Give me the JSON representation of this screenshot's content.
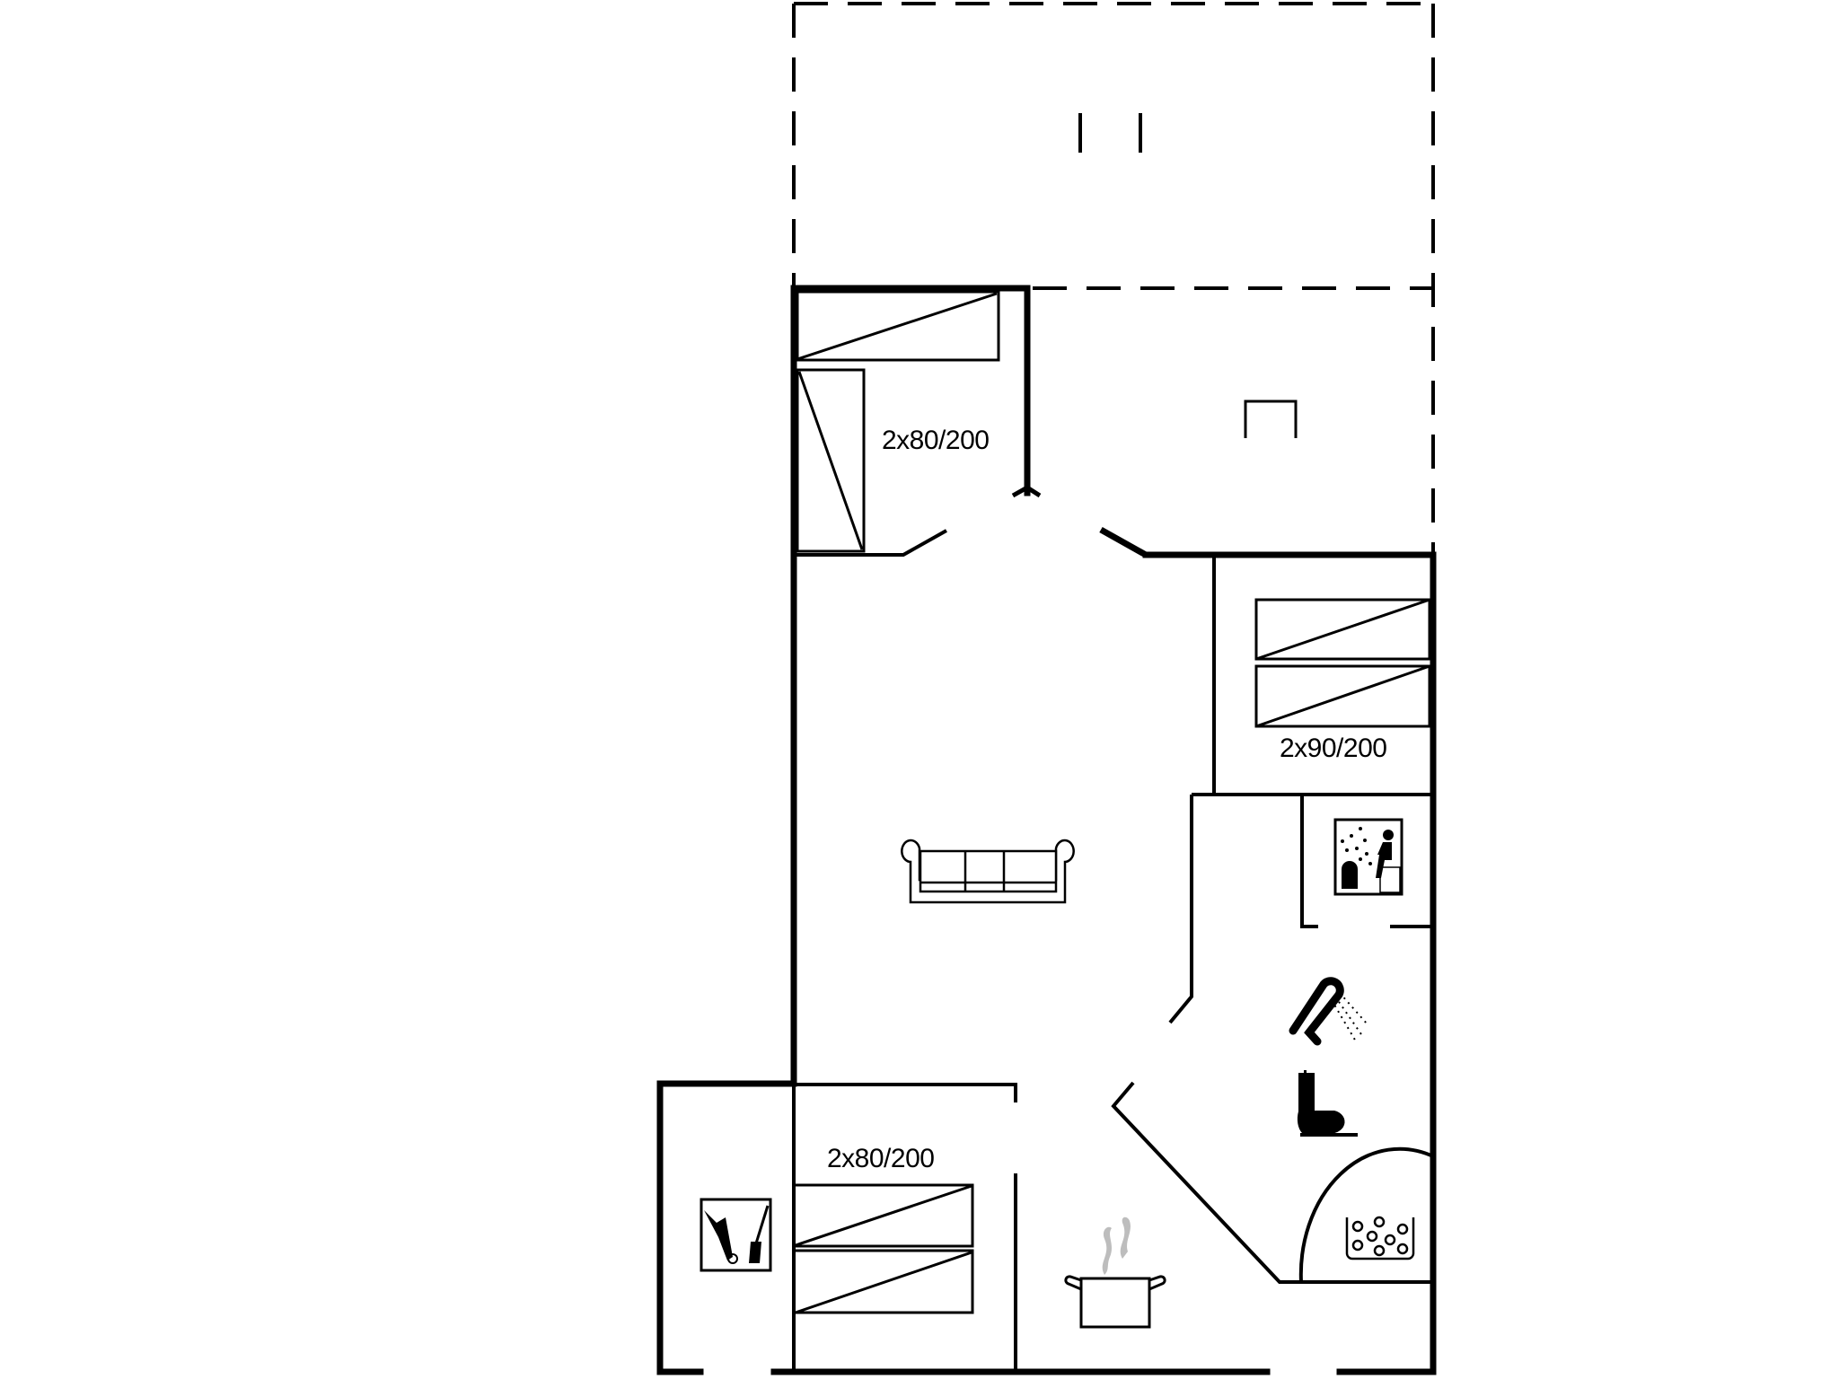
{
  "plan": {
    "type": "floor-plan",
    "colors": {
      "wall": "#000000",
      "furniture": "#000000",
      "steam": "#b8b8b8",
      "background": "#ffffff"
    },
    "rooms": [
      {
        "id": "bedroom-upper-left",
        "bed_label": "2x80/200"
      },
      {
        "id": "bedroom-right",
        "bed_label": "2x90/200"
      },
      {
        "id": "bedroom-lower",
        "bed_label": "2x80/200"
      },
      {
        "id": "living-room",
        "icon": "sofa-icon"
      },
      {
        "id": "sauna",
        "icon": "sauna-icon"
      },
      {
        "id": "bathroom",
        "icons": [
          "shower-icon",
          "toilet-icon",
          "whirlpool-icon"
        ]
      },
      {
        "id": "kitchen",
        "icon": "cooking-pot-icon"
      },
      {
        "id": "utility-room",
        "icon": "cleaning-tools-icon"
      },
      {
        "id": "covered-terrace",
        "style": "dashed"
      }
    ]
  }
}
